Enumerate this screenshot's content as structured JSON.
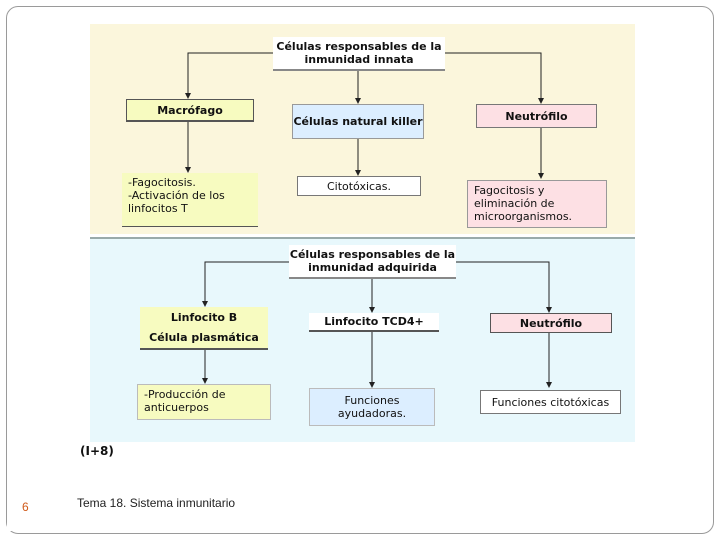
{
  "innate": {
    "title": "Células responsables de la inmunidad innata",
    "cells": [
      {
        "label": "Macrófago",
        "function": "-Fagocitosis.\n-Activación de los linfocitos T"
      },
      {
        "label": "Células natural killer",
        "function": "Citotóxicas."
      },
      {
        "label": "Neutrófilo",
        "function": "Fagocitosis y eliminación de microorganismos."
      }
    ]
  },
  "adaptive": {
    "title": "Células responsables de la inmunidad adquirida",
    "cells": [
      {
        "label": "Linfocito B\nCélula plasmática",
        "function": "-Producción de anticuerpos"
      },
      {
        "label": "Linfocito TCD4+",
        "function": "Funciones ayudadoras."
      },
      {
        "label": "Neutrófilo",
        "function": "Funciones citotóxicas"
      }
    ]
  },
  "reference": "(I+8)",
  "footer": {
    "slide_number": "6",
    "title": "Tema 18. Sistema inmunitario"
  },
  "colors": {
    "panel_innate": "#fbf6dc",
    "panel_adaptive": "#e8f8fc",
    "box_yellow": "#f7fbc0",
    "box_blue": "#dceeff",
    "box_pink": "#fde0e4",
    "accent": "#d05a1a"
  }
}
